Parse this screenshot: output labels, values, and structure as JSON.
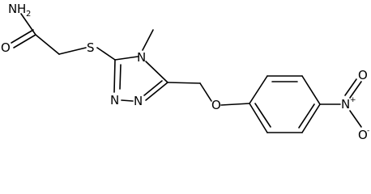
{
  "molecule": {
    "labels": {
      "amine_n": "N",
      "amine_h": "H",
      "amine_sub": "2",
      "carbonyl_o": "O",
      "thioether_s": "S",
      "ring_n4": "N",
      "ring_n2": "N",
      "ring_n1": "N",
      "ether_o": "O",
      "nitro_n": "N",
      "nitro_plus": "+",
      "nitro_o_top": "O",
      "nitro_o_bottom": "O",
      "nitro_minus": "-"
    }
  }
}
